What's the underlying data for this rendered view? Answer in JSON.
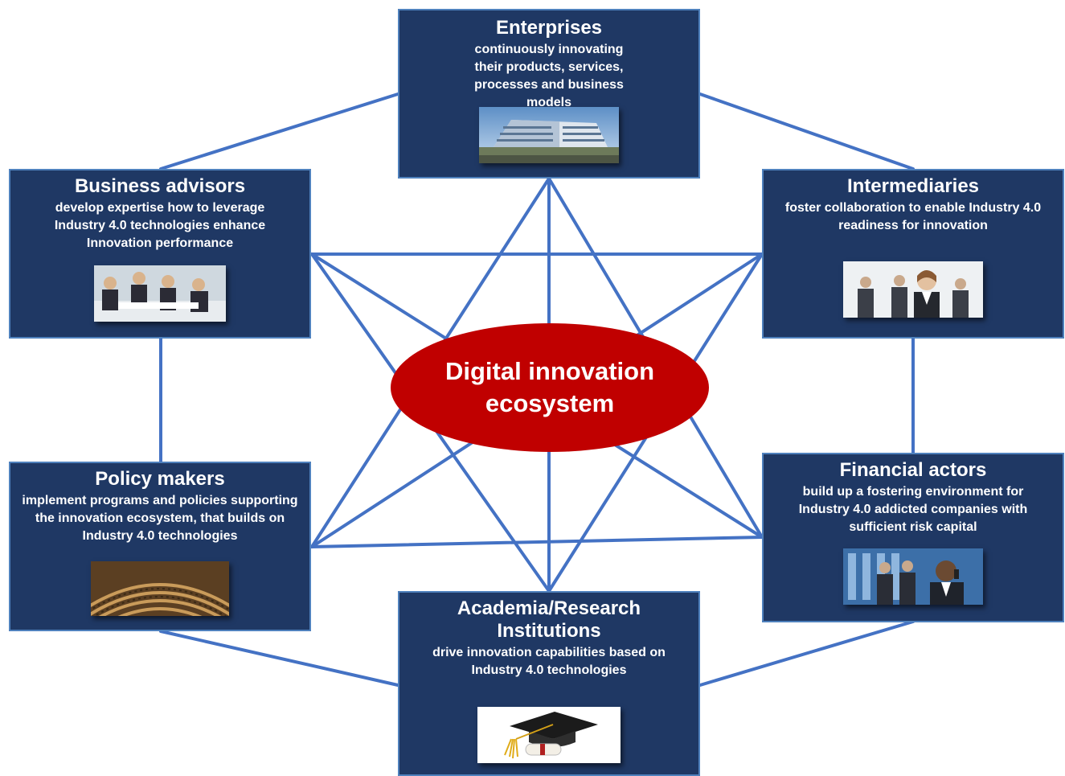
{
  "center": {
    "label": "Digital innovation\necosystem"
  },
  "colors": {
    "box_fill": "#1f3864",
    "box_border": "#4f81bd",
    "connector": "#4472c4",
    "center_fill": "#c00000"
  },
  "actors": {
    "enterprises": {
      "title": "Enterprises",
      "description": "continuously innovating their products, services, processes and business models",
      "icon": "office-building-photo"
    },
    "business_advisors": {
      "title": "Business advisors",
      "description": "develop expertise how to leverage Industry 4.0 technologies enhance Innovation performance",
      "icon": "business-meeting-photo"
    },
    "intermediaries": {
      "title": "Intermediaries",
      "description": "foster collaboration to enable Industry 4.0 readiness for innovation",
      "icon": "businesswoman-team-photo"
    },
    "policy_makers": {
      "title": "Policy makers",
      "description": "implement programs and policies supporting the innovation ecosystem, that builds on Industry 4.0 technologies",
      "icon": "parliament-chamber-photo"
    },
    "financial_actors": {
      "title": "Financial actors",
      "description": "build up a fostering environment for Industry 4.0 addicted companies with sufficient risk capital",
      "icon": "businessmen-phone-photo"
    },
    "academia": {
      "title": "Academia/Research Institutions",
      "description": "drive innovation capabilities based on Industry 4.0 technologies",
      "icon": "graduation-cap-photo"
    }
  }
}
